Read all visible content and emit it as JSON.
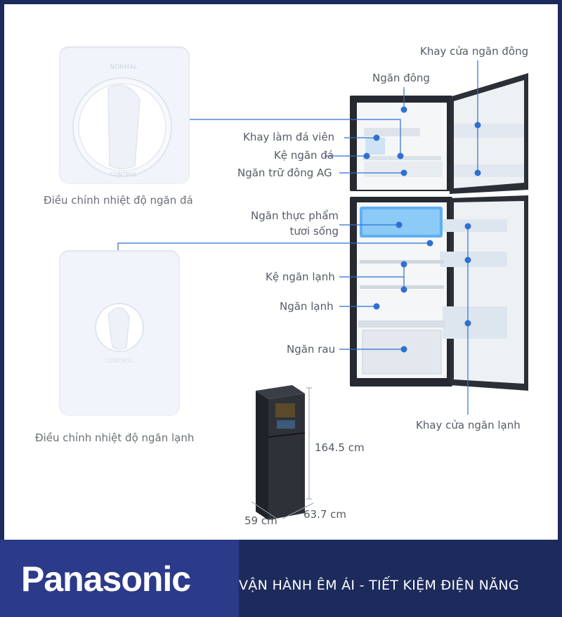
{
  "labels": {
    "freezer_door_tray": "Khay cửa ngăn đông",
    "freezer": "Ngăn đông",
    "ice_tray": "Khay làm đá viên",
    "ice_shelf": "Kệ ngăn đá",
    "ag_freeze": "Ngăn trữ đông AG",
    "fresh_food_line1": "Ngăn thực phẩm",
    "fresh_food_line2": "tươi sống",
    "fridge_shelf": "Kệ ngăn lạnh",
    "fridge": "Ngăn lạnh",
    "vegetable": "Ngăn rau",
    "fridge_door_tray": "Khay cửa ngăn lạnh"
  },
  "captions": {
    "freezer_knob": "Điều chỉnh nhiệt độ ngăn đá",
    "fridge_knob": "Điều chỉnh nhiệt độ ngăn lạnh"
  },
  "dimensions": {
    "height": "164.5 cm",
    "width": "59 cm",
    "depth": "63.7 cm"
  },
  "footer": {
    "brand": "Panasonic",
    "slogan": "VẬN HÀNH ÊM ÁI - TIẾT KIỆM ĐIỆN NĂNG"
  },
  "colors": {
    "accent_blue": "#2f6fd1",
    "footer_navy": "#1d2a5c",
    "footer_blue": "#2c3a8a",
    "fridge_body": "#2a2d33"
  }
}
